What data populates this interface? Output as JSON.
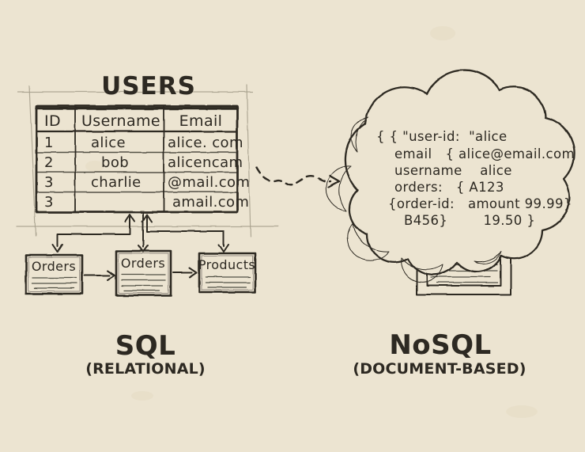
{
  "meta": {
    "description_left": "SQL relational schema sketch",
    "description_right": "NoSQL document cloud sketch"
  },
  "colors": {
    "paper": "#ece4d1",
    "ink": "#2d2922",
    "pencil": "#a59d8b",
    "stain": "#d9c9a6"
  },
  "left": {
    "title": "USERS",
    "table": {
      "headers": [
        "ID",
        "Username",
        "Email"
      ],
      "rows": [
        [
          "1",
          "alice",
          "alice. com"
        ],
        [
          "2",
          "bob",
          "alicencam"
        ],
        [
          "3",
          "charlie",
          "@mail.com"
        ],
        [
          "3",
          "",
          "amail.com"
        ]
      ]
    },
    "boxes": [
      {
        "label": "Orders"
      },
      {
        "label": "Orders"
      },
      {
        "label": "Products"
      }
    ],
    "caption": "SQL",
    "caption_sub": "(RELATIONAL)"
  },
  "right": {
    "cloud_lines": [
      "{ { \"user-id:  \"alice",
      "email   { alice@email.com",
      "username    alice",
      "orders:   { A123",
      "{order-id:   amount 99.99}",
      "B456}        19.50 }"
    ],
    "caption": "NoSQL",
    "caption_sub": "(DOCUMENT-BASED)"
  }
}
